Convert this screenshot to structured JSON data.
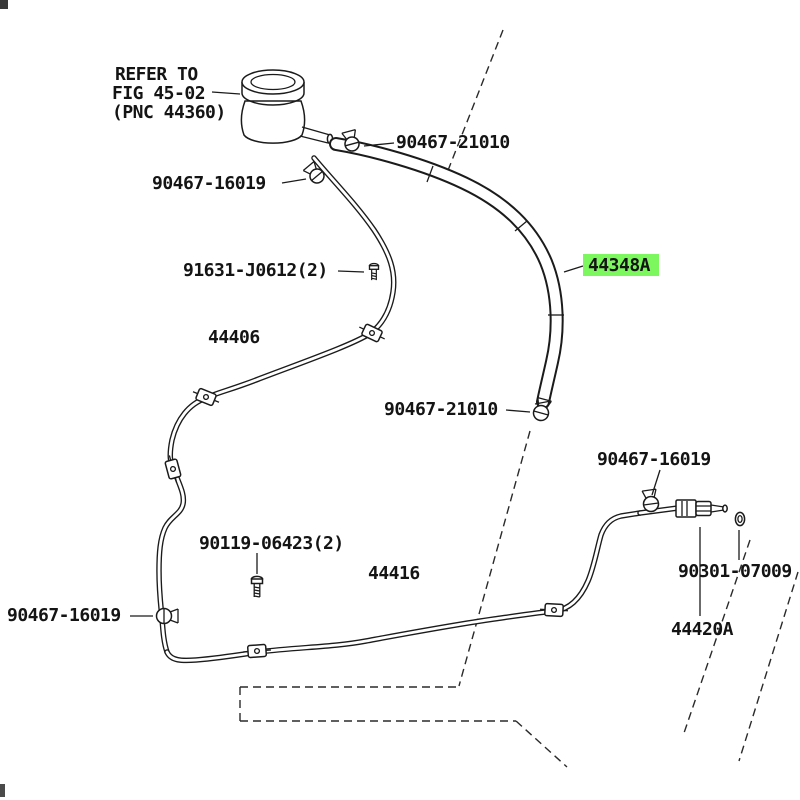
{
  "page": {
    "background": "#ffffff",
    "line_color": "#1b1b1b"
  },
  "note": {
    "line1": "REFER TO",
    "line2": "FIG 45-02",
    "line3": "(PNC 44360)"
  },
  "labels": {
    "clamp_top": "90467-21010",
    "clamp_upper_left": "90467-16019",
    "bolt_upper": "91631-J0612(2)",
    "hose_front": "44406",
    "hose_highlighted": "44348A",
    "clamp_middle": "90467-21010",
    "clamp_right": "90467-16019",
    "bolt_lower": "90119-06423(2)",
    "hose_rear": "44416",
    "clamp_bottom_left": "90467-16019",
    "union_valve": "90301-07009",
    "tube_return": "44420A"
  },
  "highlight": {
    "background": "#7df75e",
    "text_color": "#046d52"
  }
}
